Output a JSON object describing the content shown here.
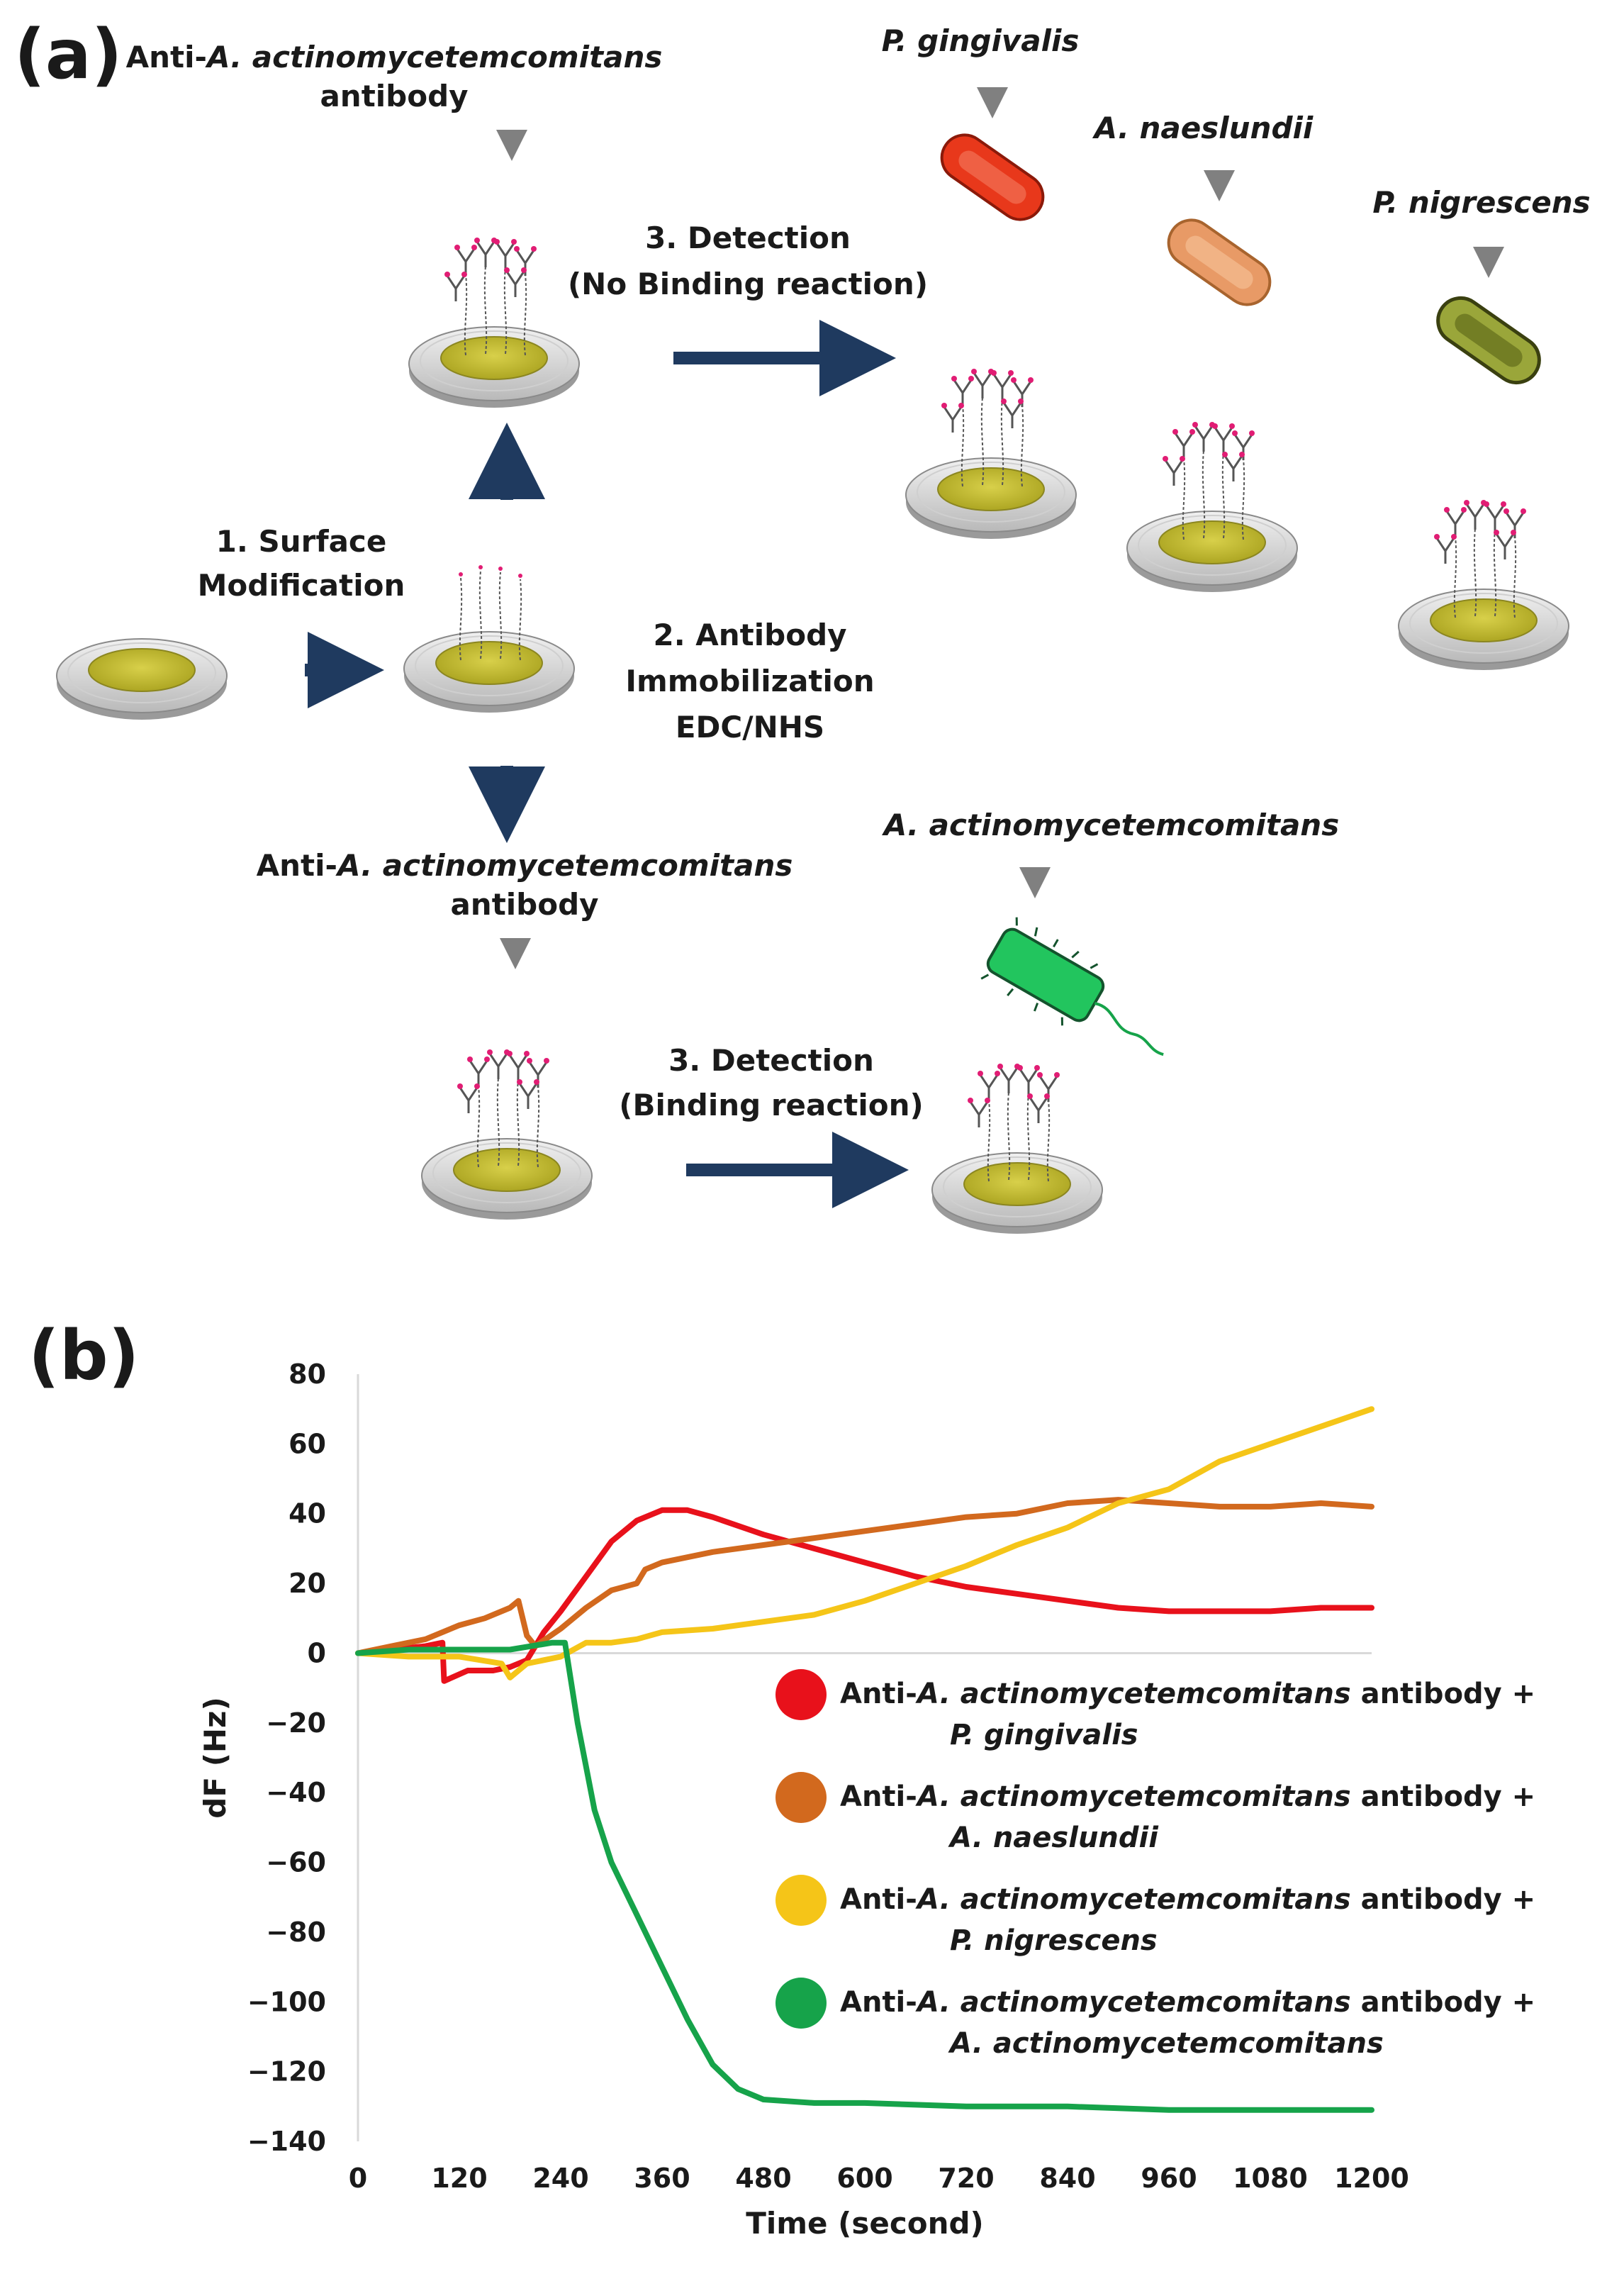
{
  "figure": {
    "panel_a": {
      "label": "(a)",
      "antibody_label_top": {
        "prefix": "Anti-",
        "italic": "A. actinomycetemcomitans",
        "suffix": "antibody"
      },
      "antibody_label_bottom": {
        "prefix": "Anti-",
        "italic": "A. actinomycetemcomitans",
        "suffix": "antibody"
      },
      "step1": [
        "1. Surface",
        "Modification"
      ],
      "step2": [
        "2. Antibody",
        "Immobilization",
        "EDC/NHS"
      ],
      "step3_no_binding": [
        "3. Detection",
        "(No Binding reaction)"
      ],
      "step3_binding": [
        "3. Detection",
        "(Binding reaction)"
      ],
      "bacteria": [
        {
          "name": "P. gingivalis",
          "color": "#e8381b"
        },
        {
          "name": "A. naeslundii",
          "color": "#e89a66"
        },
        {
          "name": "P. nigrescens",
          "color": "#9aa63a"
        },
        {
          "name": "A. actinomycetemcomitans",
          "color": "#22c55e"
        }
      ],
      "colors": {
        "arrow": "#1f3a5f",
        "gold": "#c9c237",
        "pointer": "#808080"
      }
    },
    "panel_b": {
      "label": "(b)"
    }
  },
  "chart_data": {
    "type": "line",
    "xlabel": "Time (second)",
    "ylabel": "dF (Hz)",
    "xlim": [
      0,
      1200
    ],
    "ylim": [
      -140,
      80
    ],
    "xticks": [
      0,
      120,
      240,
      360,
      480,
      600,
      720,
      840,
      960,
      1080,
      1200
    ],
    "yticks": [
      80,
      60,
      40,
      20,
      0,
      -20,
      -40,
      -60,
      -80,
      -100,
      -120,
      -140
    ],
    "legend_position": "right",
    "series": [
      {
        "color": "#e8111b",
        "legend": {
          "prefix": "Anti-",
          "italic": "A. actinomycetemcomitans",
          "suffix": " antibody +",
          "second": "P. gingivalis"
        },
        "points": [
          [
            0,
            0
          ],
          [
            40,
            1
          ],
          [
            80,
            2
          ],
          [
            100,
            3
          ],
          [
            102,
            -8
          ],
          [
            130,
            -5
          ],
          [
            160,
            -5
          ],
          [
            180,
            -4
          ],
          [
            200,
            -2
          ],
          [
            220,
            6
          ],
          [
            240,
            12
          ],
          [
            270,
            22
          ],
          [
            300,
            32
          ],
          [
            330,
            38
          ],
          [
            360,
            41
          ],
          [
            390,
            41
          ],
          [
            420,
            39
          ],
          [
            480,
            34
          ],
          [
            540,
            30
          ],
          [
            600,
            26
          ],
          [
            660,
            22
          ],
          [
            720,
            19
          ],
          [
            780,
            17
          ],
          [
            840,
            15
          ],
          [
            900,
            13
          ],
          [
            960,
            12
          ],
          [
            1020,
            12
          ],
          [
            1080,
            12
          ],
          [
            1140,
            13
          ],
          [
            1200,
            13
          ]
        ]
      },
      {
        "color": "#d2691e",
        "legend": {
          "prefix": "Anti-",
          "italic": "A. actinomycetemcomitans",
          "suffix": " antibody +",
          "second": "A. naeslundii"
        },
        "points": [
          [
            0,
            0
          ],
          [
            40,
            2
          ],
          [
            80,
            4
          ],
          [
            120,
            8
          ],
          [
            150,
            10
          ],
          [
            180,
            13
          ],
          [
            190,
            15
          ],
          [
            200,
            5
          ],
          [
            210,
            2
          ],
          [
            240,
            7
          ],
          [
            270,
            13
          ],
          [
            300,
            18
          ],
          [
            330,
            20
          ],
          [
            340,
            24
          ],
          [
            360,
            26
          ],
          [
            420,
            29
          ],
          [
            480,
            31
          ],
          [
            540,
            33
          ],
          [
            600,
            35
          ],
          [
            660,
            37
          ],
          [
            720,
            39
          ],
          [
            780,
            40
          ],
          [
            840,
            43
          ],
          [
            900,
            44
          ],
          [
            960,
            43
          ],
          [
            1020,
            42
          ],
          [
            1080,
            42
          ],
          [
            1140,
            43
          ],
          [
            1200,
            42
          ]
        ]
      },
      {
        "color": "#f5c518",
        "legend": {
          "prefix": "Anti-",
          "italic": "A. actinomycetemcomitans",
          "suffix": " antibody +",
          "second": "P. nigrescens"
        },
        "points": [
          [
            0,
            0
          ],
          [
            60,
            -1
          ],
          [
            120,
            -1
          ],
          [
            170,
            -3
          ],
          [
            180,
            -7
          ],
          [
            200,
            -3
          ],
          [
            240,
            -1
          ],
          [
            270,
            3
          ],
          [
            300,
            3
          ],
          [
            330,
            4
          ],
          [
            360,
            6
          ],
          [
            420,
            7
          ],
          [
            480,
            9
          ],
          [
            540,
            11
          ],
          [
            600,
            15
          ],
          [
            660,
            20
          ],
          [
            720,
            25
          ],
          [
            780,
            31
          ],
          [
            840,
            36
          ],
          [
            900,
            43
          ],
          [
            960,
            47
          ],
          [
            1020,
            55
          ],
          [
            1080,
            60
          ],
          [
            1140,
            65
          ],
          [
            1200,
            70
          ]
        ]
      },
      {
        "color": "#16a34a",
        "legend": {
          "prefix": "Anti-",
          "italic": "A. actinomycetemcomitans",
          "suffix": " antibody +",
          "second": "A. actinomycetemcomitans"
        },
        "points": [
          [
            0,
            0
          ],
          [
            60,
            1
          ],
          [
            120,
            1
          ],
          [
            180,
            1
          ],
          [
            230,
            3
          ],
          [
            245,
            3
          ],
          [
            260,
            -20
          ],
          [
            280,
            -45
          ],
          [
            300,
            -60
          ],
          [
            330,
            -75
          ],
          [
            360,
            -90
          ],
          [
            390,
            -105
          ],
          [
            420,
            -118
          ],
          [
            450,
            -125
          ],
          [
            480,
            -128
          ],
          [
            540,
            -129
          ],
          [
            600,
            -129
          ],
          [
            720,
            -130
          ],
          [
            840,
            -130
          ],
          [
            960,
            -131
          ],
          [
            1080,
            -131
          ],
          [
            1200,
            -131
          ]
        ]
      }
    ]
  }
}
